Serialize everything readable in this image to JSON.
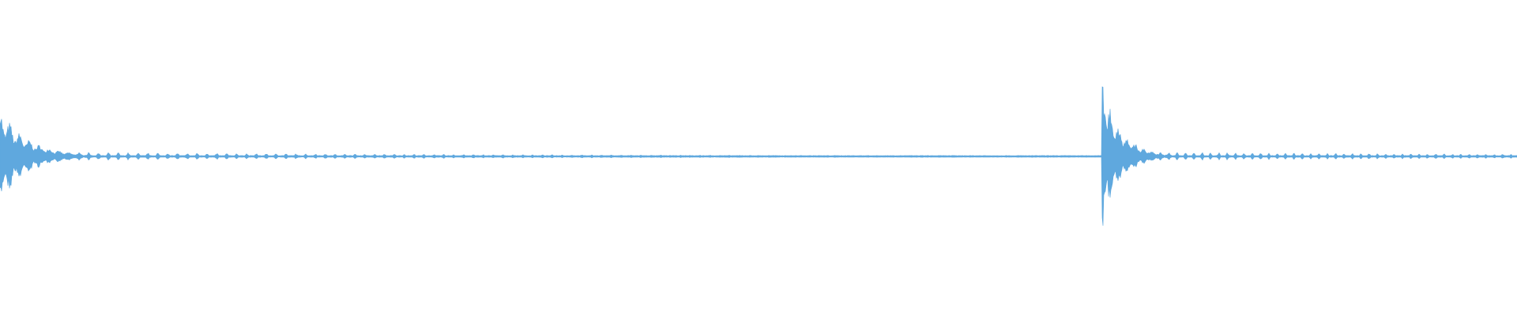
{
  "waveform": {
    "color": "#5fa8de",
    "background": "#ffffff",
    "bursts": [
      {
        "at": 0.0,
        "peak": 0.62,
        "decay": 0.018,
        "period": 0.0065
      },
      {
        "at": 0.7265,
        "peak": 1.0,
        "decay": 0.012,
        "period": 0.0055
      }
    ],
    "noise_floor": 0.012,
    "ripple_amplitude": 0.06
  }
}
